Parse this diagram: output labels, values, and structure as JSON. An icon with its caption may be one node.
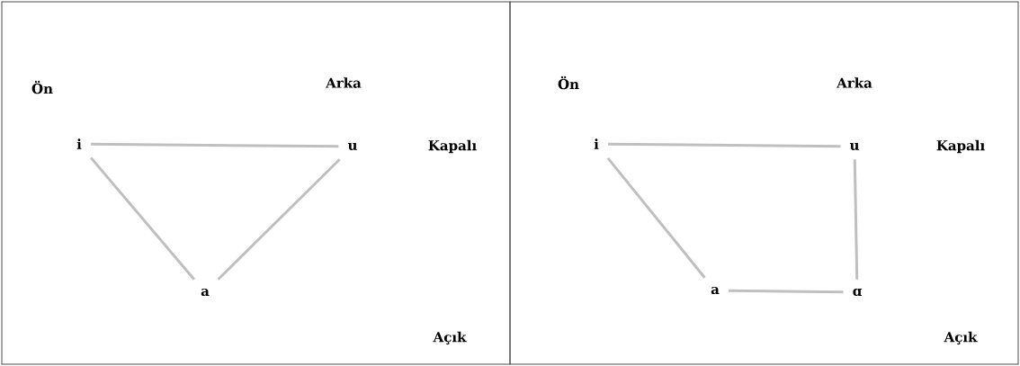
{
  "diagram": {
    "nodes": [
      {
        "text": [
          "i"
        ]
      },
      {
        "text": [
          "u"
        ]
      },
      {
        "text": [
          "a"
        ]
      },
      {
        "text": [
          "i"
        ]
      },
      {
        "text": [
          "u"
        ]
      },
      {
        "text": [
          "a"
        ]
      },
      {
        "text": [
          "ɑ"
        ]
      }
    ],
    "edges": [
      {
        "from": 0,
        "to": 1,
        "arrow": "none"
      },
      {
        "from": 0,
        "to": 2,
        "arrow": "none"
      },
      {
        "from": 1,
        "to": 2,
        "arrow": "none"
      },
      {
        "from": 3,
        "to": 4,
        "arrow": "none"
      },
      {
        "from": 3,
        "to": 5,
        "arrow": "none"
      },
      {
        "from": 5,
        "to": 6,
        "arrow": "none"
      },
      {
        "from": 4,
        "to": 6,
        "arrow": "none"
      }
    ],
    "labels": [
      "Ön",
      "Arka",
      "Kapalı",
      "Açık",
      "Ön",
      "Arka",
      "Kapalı",
      "Açık"
    ]
  }
}
